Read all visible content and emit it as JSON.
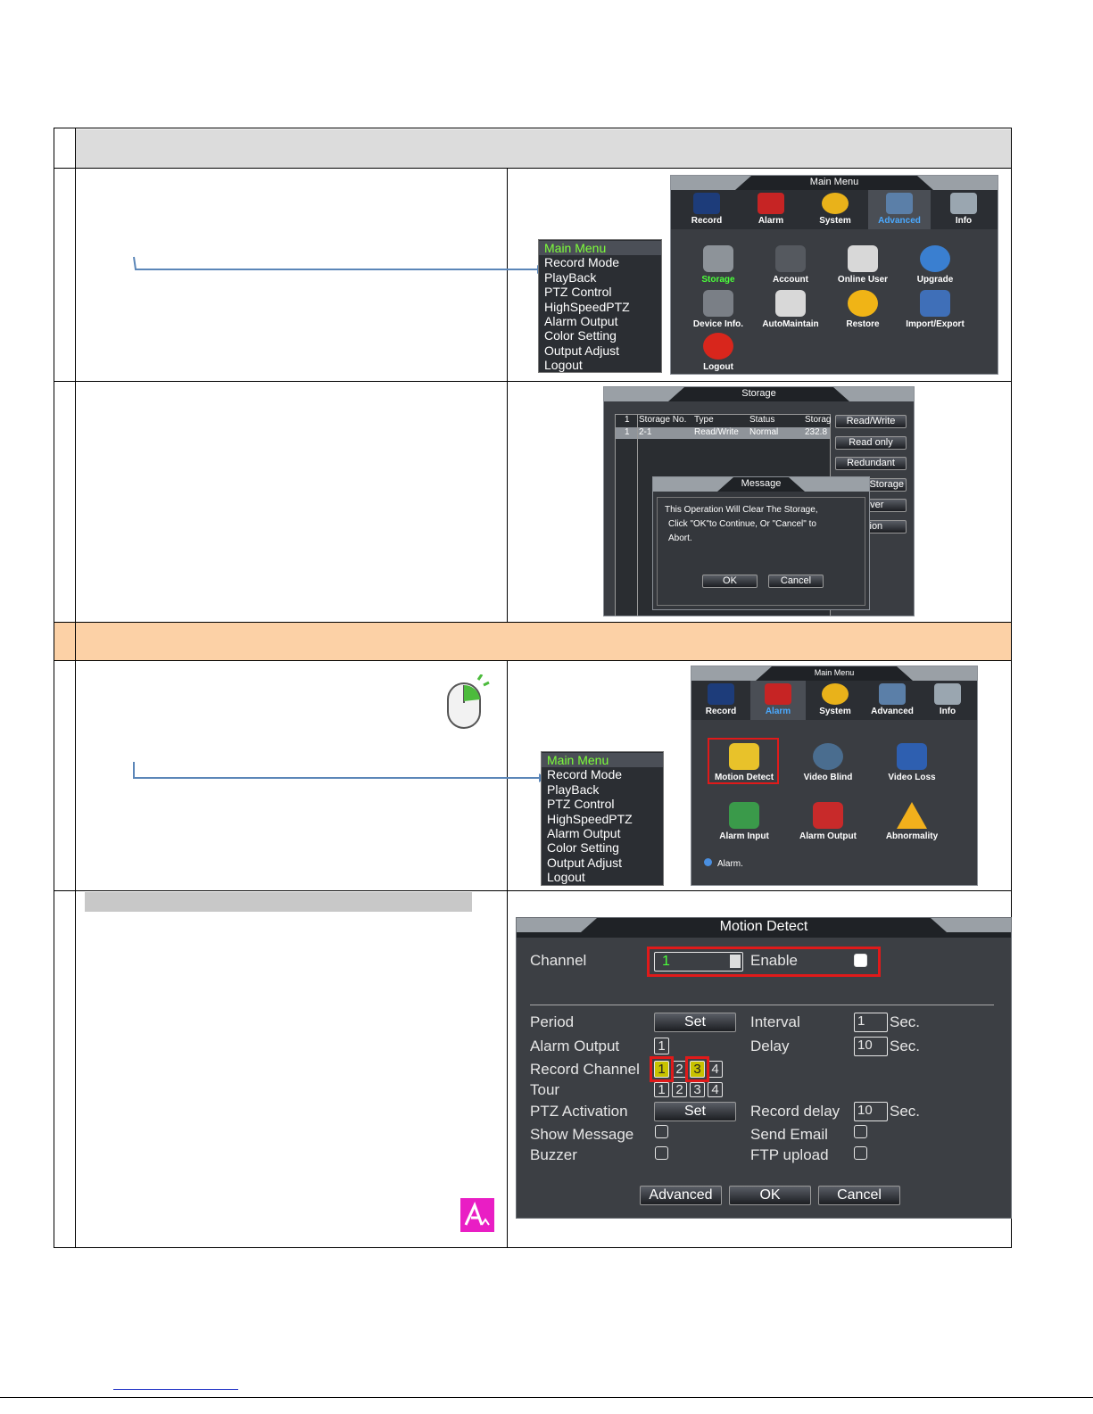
{
  "section1": {
    "main_menu_popup": [
      "Main Menu",
      "Record Mode",
      "PlayBack",
      "PTZ Control",
      "HighSpeedPTZ",
      "Alarm Output",
      "Color Setting",
      "Output Adjust",
      "Logout"
    ],
    "dvr_main": {
      "title": "Main Menu",
      "tabs": [
        "Record",
        "Alarm",
        "System",
        "Advanced",
        "Info"
      ],
      "active_tab": "Advanced",
      "items": [
        "Storage",
        "Account",
        "Online User",
        "Upgrade",
        "Device Info.",
        "AutoMaintain",
        "Restore",
        "Import/Export",
        "Logout"
      ]
    },
    "storage": {
      "title": "Storage",
      "table_headers": [
        "1",
        "Storage No.",
        "Type",
        "Status",
        "Storag"
      ],
      "table_row": [
        "1",
        "2-1",
        "Read/Write",
        "Normal",
        "232.8"
      ],
      "side_buttons": [
        "Read/Write",
        "Read only",
        "Redundant",
        "Storage",
        "over",
        "ition"
      ],
      "message": {
        "title": "Message",
        "text_lines": [
          "This Operation Will Clear The Storage,",
          "Click \"OK\"to Continue, Or \"Cancel\" to",
          "Abort."
        ],
        "ok": "OK",
        "cancel": "Cancel"
      }
    }
  },
  "section2": {
    "main_menu_popup": [
      "Main Menu",
      "Record Mode",
      "PlayBack",
      "PTZ Control",
      "HighSpeedPTZ",
      "Alarm Output",
      "Color Setting",
      "Output Adjust",
      "Logout"
    ],
    "dvr_main": {
      "title": "Main Menu",
      "tabs": [
        "Record",
        "Alarm",
        "System",
        "Advanced",
        "Info"
      ],
      "active_tab": "Alarm",
      "items": [
        "Motion Detect",
        "Video Blind",
        "Video Loss",
        "Alarm Input",
        "Alarm Output",
        "Abnormality"
      ],
      "footer": "Alarm."
    },
    "motion_detect": {
      "title": "Motion Detect",
      "channel_label": "Channel",
      "channel_value": "1",
      "enable_label": "Enable",
      "period_label": "Period",
      "set1": "Set",
      "interval_label": "Interval",
      "interval_value": "1",
      "sec1": "Sec.",
      "alarm_output_label": "Alarm Output",
      "alarm_output_box": "1",
      "delay_label": "Delay",
      "delay_value": "10",
      "sec2": "Sec.",
      "record_channel_label": "Record Channel",
      "record_channels": [
        "1",
        "2",
        "3",
        "4"
      ],
      "tour_label": "Tour",
      "tour_channels": [
        "1",
        "2",
        "3",
        "4"
      ],
      "ptz_label": "PTZ Activation",
      "set2": "Set",
      "record_delay_label": "Record delay",
      "record_delay_value": "10",
      "sec3": "Sec.",
      "show_message_label": "Show Message",
      "send_email_label": "Send Email",
      "buzzer_label": "Buzzer",
      "ftp_label": "FTP upload",
      "advanced_btn": "Advanced",
      "ok_btn": "OK",
      "cancel_btn": "Cancel"
    }
  },
  "colors": {
    "orange_band": "#fcd1a6",
    "gray_band": "#dcdcdc",
    "highlight_red": "#e01a1a",
    "arrow_blue": "#5b86b8"
  }
}
